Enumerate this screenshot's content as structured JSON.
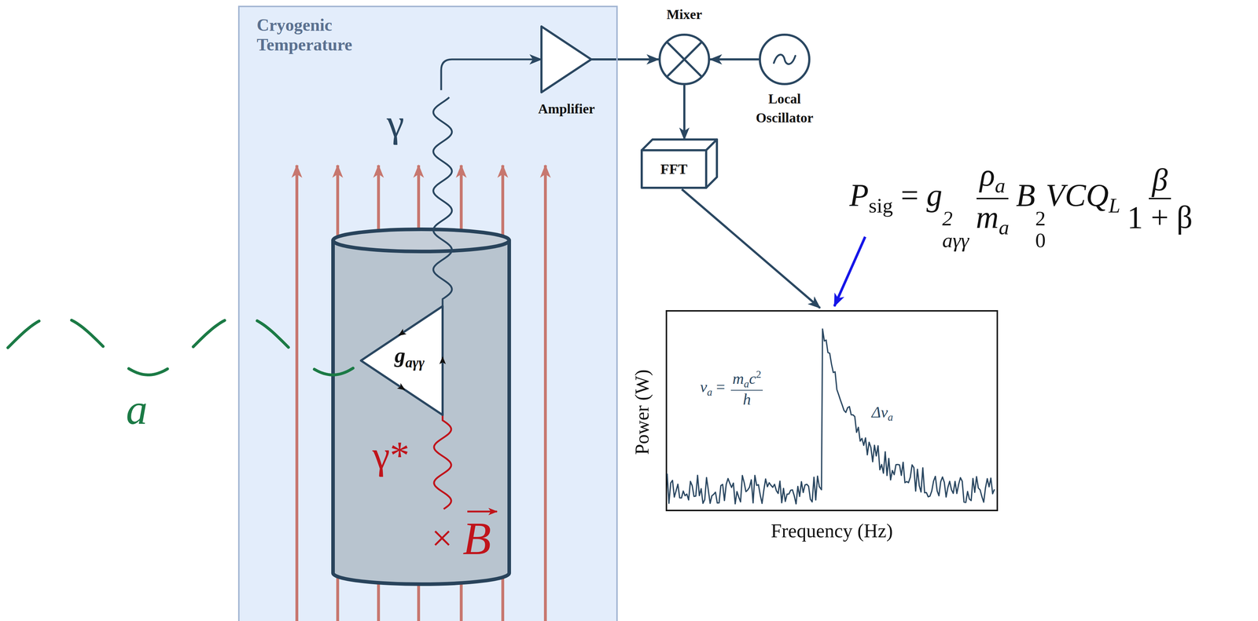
{
  "diagram": {
    "nodes": [
      {
        "text": [
          "Cryogenic Temperature"
        ]
      },
      {
        "text": [
          "Amplifier"
        ],
        "in": 0
      },
      {
        "text": [
          "g",
          "aγγ"
        ],
        "in": 0
      },
      {
        "text": [
          "Mixer"
        ]
      },
      {
        "text": [
          "Local Oscillator"
        ]
      },
      {
        "text": [
          "FFT"
        ]
      },
      {
        "text": [
          "Power (W)",
          "Frequency (Hz)"
        ]
      }
    ],
    "edges": [
      {
        "from": 2,
        "to": 1,
        "arrow": "to"
      },
      {
        "from": 1,
        "to": 3,
        "arrow": "to"
      },
      {
        "from": 4,
        "to": 3,
        "arrow": "to"
      },
      {
        "from": 3,
        "to": 5,
        "arrow": "to"
      },
      {
        "from": 5,
        "to": 6,
        "arrow": "to"
      }
    ],
    "labels": [
      "γ",
      "a",
      "γ*",
      "×",
      "B",
      "ν",
      "a",
      "=",
      "m",
      "a",
      "c",
      "2",
      "h",
      "Δν",
      "a",
      "P",
      "sig",
      "=",
      "g",
      "2",
      "aγγ",
      "ρ",
      "a",
      "m",
      "a",
      "B",
      "2",
      "0",
      "VCQ",
      "L",
      "β",
      "1 + β"
    ]
  }
}
